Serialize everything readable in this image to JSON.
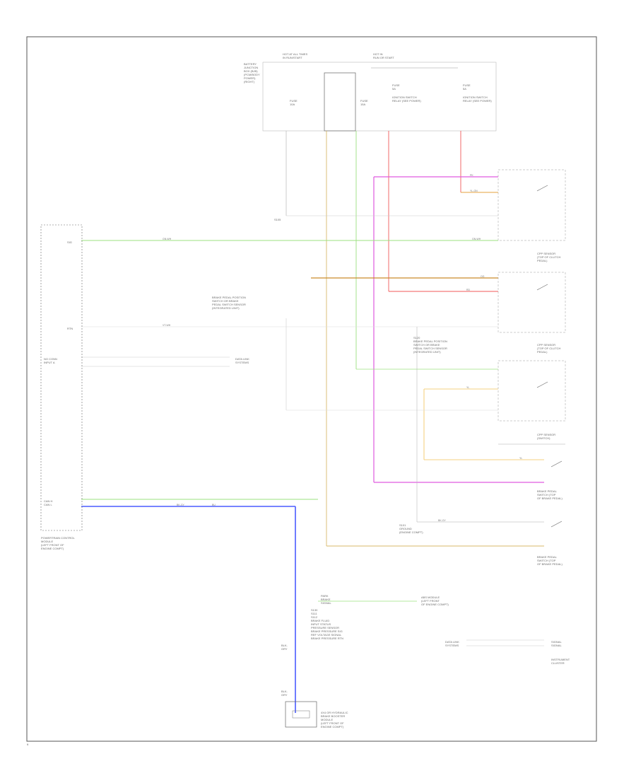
{
  "labels": {
    "battery_junction": "BATTERY\nJUNCTION\nBOX (BJB)\n(PCM/BODY\nPOWER)\n(RIGHT)",
    "hot_at_all_times": "HOT AT ALL TIMES\nIN RUN/START",
    "hot_in_run": "HOT IN\nRUN OR START",
    "fuse_a": "FUSE\n10A",
    "fuse_b": "FUSE\n15A",
    "fuse_c": "FUSE\n5A",
    "fuse_d": "FUSE\n5A",
    "ignition_relay_a": "IGNITION SWITCH\nRELAY (SEE POWER)",
    "ignition_relay_b": "IGNITION SWITCH\nRELAY (SEE POWER)",
    "pcm_module": "POWERTRAIN CONTROL\nMODULE\n(LEFT FRONT OF\nENGINE COMPT)",
    "pcm_inputs": "NO CONN\nINPUT A",
    "pcm_can": "CAN H\nCAN L",
    "pcm_pin_a": "SIG",
    "pcm_pin_b": "RTN",
    "splice_s1": "S105",
    "splice_note_1": "BRAKE PEDAL POSITION\nSWITCH OR BRAKE\nPEDAL SWITCH SENSOR\n(INTEGRATED UNIT)",
    "splice_note_2": "S120\nBRAKE PEDAL POSITION\nSWITCH OR BRAKE\nPEDAL SWITCH SENSOR\n(INTEGRATED UNIT)",
    "data_links": "DATA LINK\nSYSTEMS",
    "switch_1": "CPP SENSOR\n(TOP OF CLUTCH\nPEDAL)",
    "switch_2": "CPP SENSOR\n(TOP OF CLUTCH\nPEDAL)",
    "switch_3": "CPP SENSOR\n(SWITCH)",
    "brake_sw_1": "BRAKE PEDAL\nSWITCH (TOP\nOF BRAKE PEDAL)",
    "brake_sw_2": "BRAKE PEDAL\nSWITCH (TOP\nOF BRAKE PEDAL)",
    "ground_splice": "S101\nGROUND\n(ENGINE COMPT)",
    "abs_module": "ABS MODULE\n(LEFT FRONT\nOF ENGINE COMPT)",
    "abs_note": "S130\nS111\nS112\nBRAKE FLUID\nINPUT STATUS\nPRESSURE SENSOR\nBRAKE PRESSURE SIG\nREF VOLTAGE SIGNAL\nBRAKE PRESSURE RTN",
    "abs_pins": "PARK\nBRAKE\nSIGNAL",
    "instrument_cluster": "INSTRUMENT\nCLUSTER",
    "ic_pins": "SIGNAL\nSIGNAL",
    "ic_links": "DATA LINK\nSYSTEMS",
    "bottom_relay": "4X4 OR HYDRAULIC\nBRAKE BOOSTER\nMODULE\n(LEFT FRONT OF\nENGINE COMPT)",
    "bottom_left_pin": "BLK-\nGRY",
    "bottom_left_pin2": "BLK-\nGRY",
    "wire_tags": {
      "vt_wh": "VT-WH",
      "yl_gn": "YL-GN",
      "gn_wh": "GN-WH",
      "bu": "BU",
      "bk_gy": "BK-GY",
      "og": "OG",
      "pk": "PK",
      "rd": "RD",
      "yl": "YL"
    }
  },
  "page_number": "9",
  "colors": {
    "green_wire": "#9be07f",
    "orange_wire": "#e6a23c",
    "red_wire": "#f05a5a",
    "magenta_wire": "#e05ae0",
    "blue_wire": "#4a5cff",
    "yellow_wire": "#f5d080",
    "tan_wire": "#c8a45a",
    "gray_wire": "#9a9a9a",
    "frame": "#555555"
  }
}
